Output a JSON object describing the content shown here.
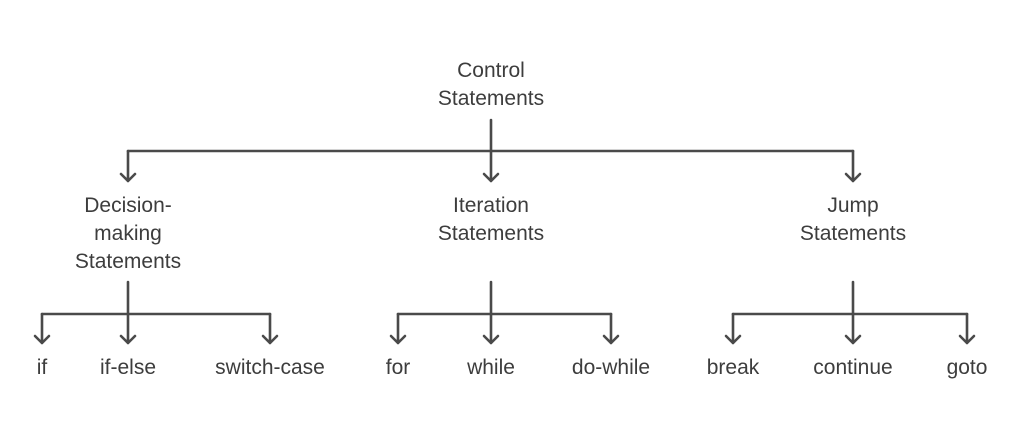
{
  "root": {
    "lines": [
      "Control",
      "Statements"
    ]
  },
  "categories": [
    {
      "id": "decision",
      "lines": [
        "Decision-",
        "making",
        "Statements"
      ],
      "children": [
        "if",
        "if-else",
        "switch-case"
      ]
    },
    {
      "id": "iteration",
      "lines": [
        "Iteration",
        "Statements"
      ],
      "children": [
        "for",
        "while",
        "do-while"
      ]
    },
    {
      "id": "jump",
      "lines": [
        "Jump",
        "Statements"
      ],
      "children": [
        "break",
        "continue",
        "goto"
      ]
    }
  ],
  "colors": {
    "text": "#3d3d3d",
    "line": "#4a4a4a",
    "background": "#ffffff"
  }
}
